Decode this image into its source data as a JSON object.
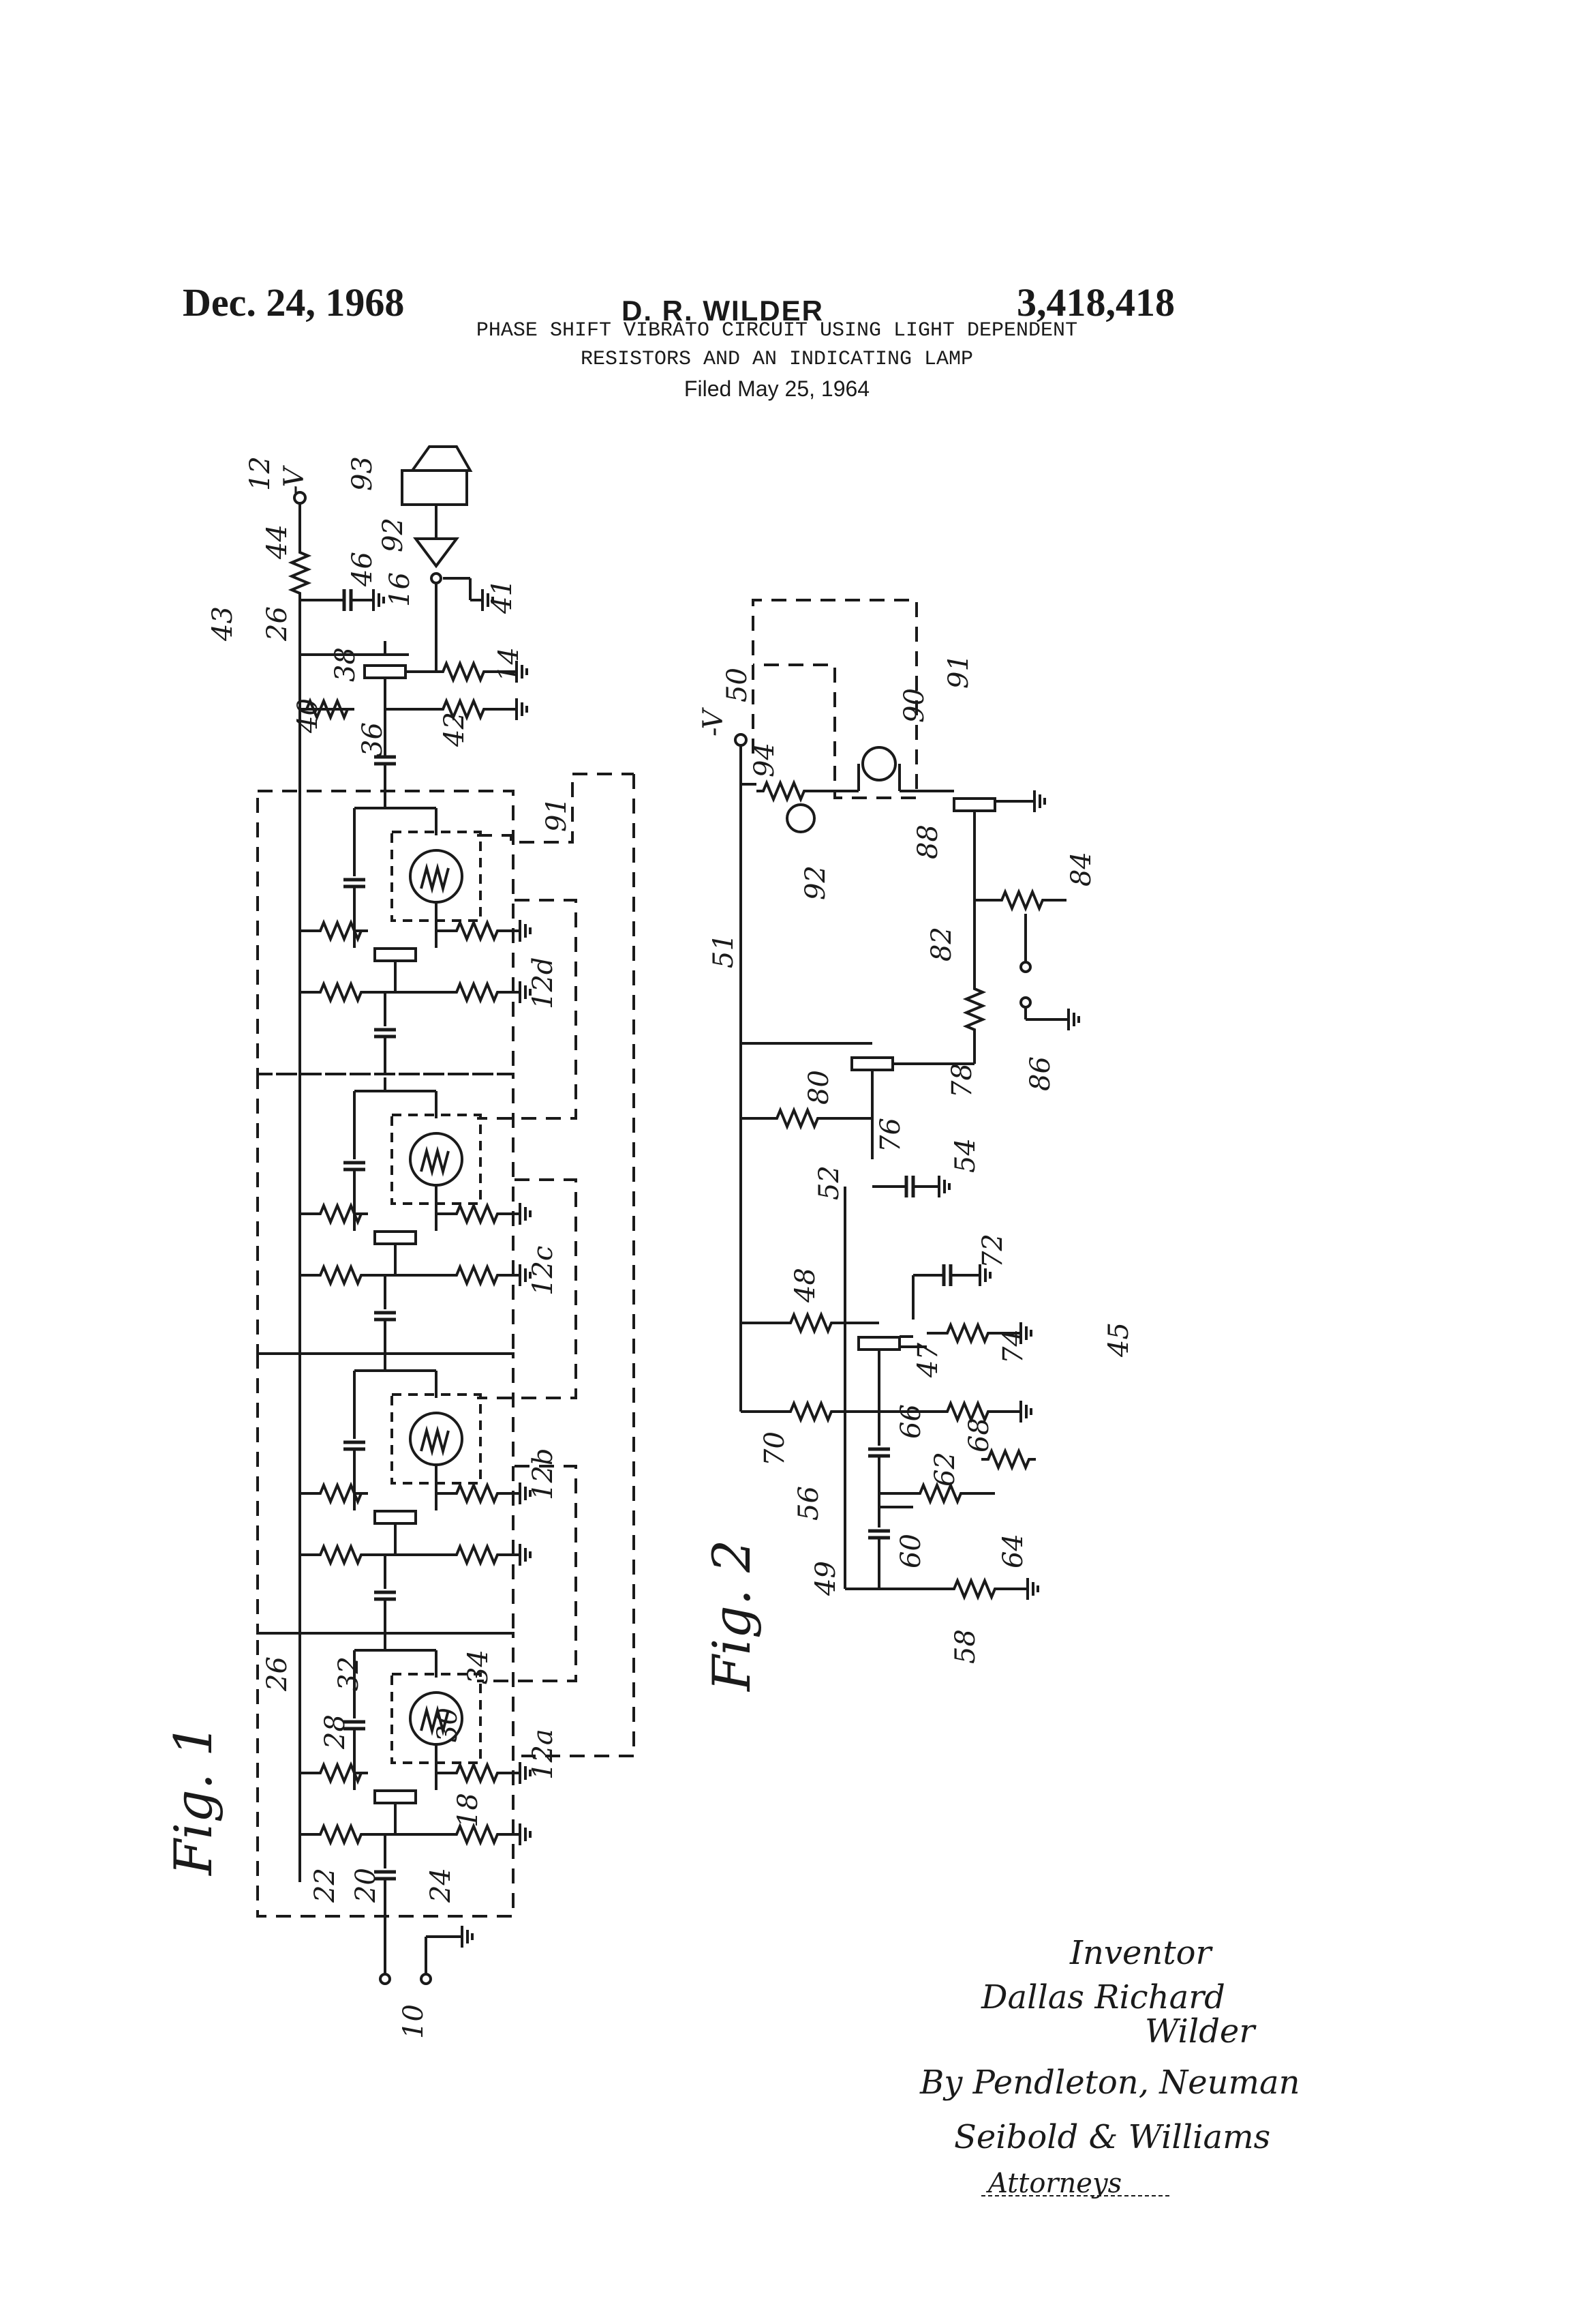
{
  "header": {
    "date": "Dec. 24, 1968",
    "inventor": "D. R. WILDER",
    "patent_number": "3,418,418",
    "title_line1": "PHASE SHIFT VIBRATO CIRCUIT USING LIGHT DEPENDENT",
    "title_line2": "RESISTORS AND AN INDICATING LAMP",
    "filed": "Filed May 25, 1964"
  },
  "figures": {
    "fig1_label": "Fig. 1",
    "fig2_label": "Fig. 2"
  },
  "fig1_refs": {
    "r12": "12",
    "r_v": "-V",
    "r44": "44",
    "r46": "46",
    "r43": "43",
    "r26t": "26",
    "r16": "16",
    "r92": "92",
    "r93": "93",
    "r41": "41",
    "r38": "38",
    "r40": "40",
    "r36": "36",
    "r42": "42",
    "r14": "14",
    "r91": "91",
    "r12d": "12d",
    "r12c": "12c",
    "r12b": "12b",
    "r12a": "12a",
    "r26b": "26",
    "r32": "32",
    "r34": "34",
    "r28": "28",
    "r30": "30",
    "r18": "18",
    "r22": "22",
    "r20": "20",
    "r24": "24",
    "r10": "10"
  },
  "fig2_refs": {
    "r_v": "-V",
    "r50": "50",
    "r94": "94",
    "r92": "92",
    "r90": "90",
    "r91": "91",
    "r88": "88",
    "r84": "84",
    "r51": "51",
    "r82": "82",
    "r86": "86",
    "r80": "80",
    "r78": "78",
    "r76": "76",
    "r52": "52",
    "r54": "54",
    "r72": "72",
    "r48": "48",
    "r47": "47",
    "r74": "74",
    "r45": "45",
    "r70": "70",
    "r66": "66",
    "r68": "68",
    "r56": "56",
    "r62": "62",
    "r60": "60",
    "r64": "64",
    "r49": "49",
    "r58": "58"
  },
  "signature": {
    "line1": "Inventor",
    "line2": "Dallas Richard",
    "line3": "Wilder",
    "line4": "By Pendleton, Neuman",
    "line5": "Seibold & Williams",
    "line6": "Attorneys"
  }
}
